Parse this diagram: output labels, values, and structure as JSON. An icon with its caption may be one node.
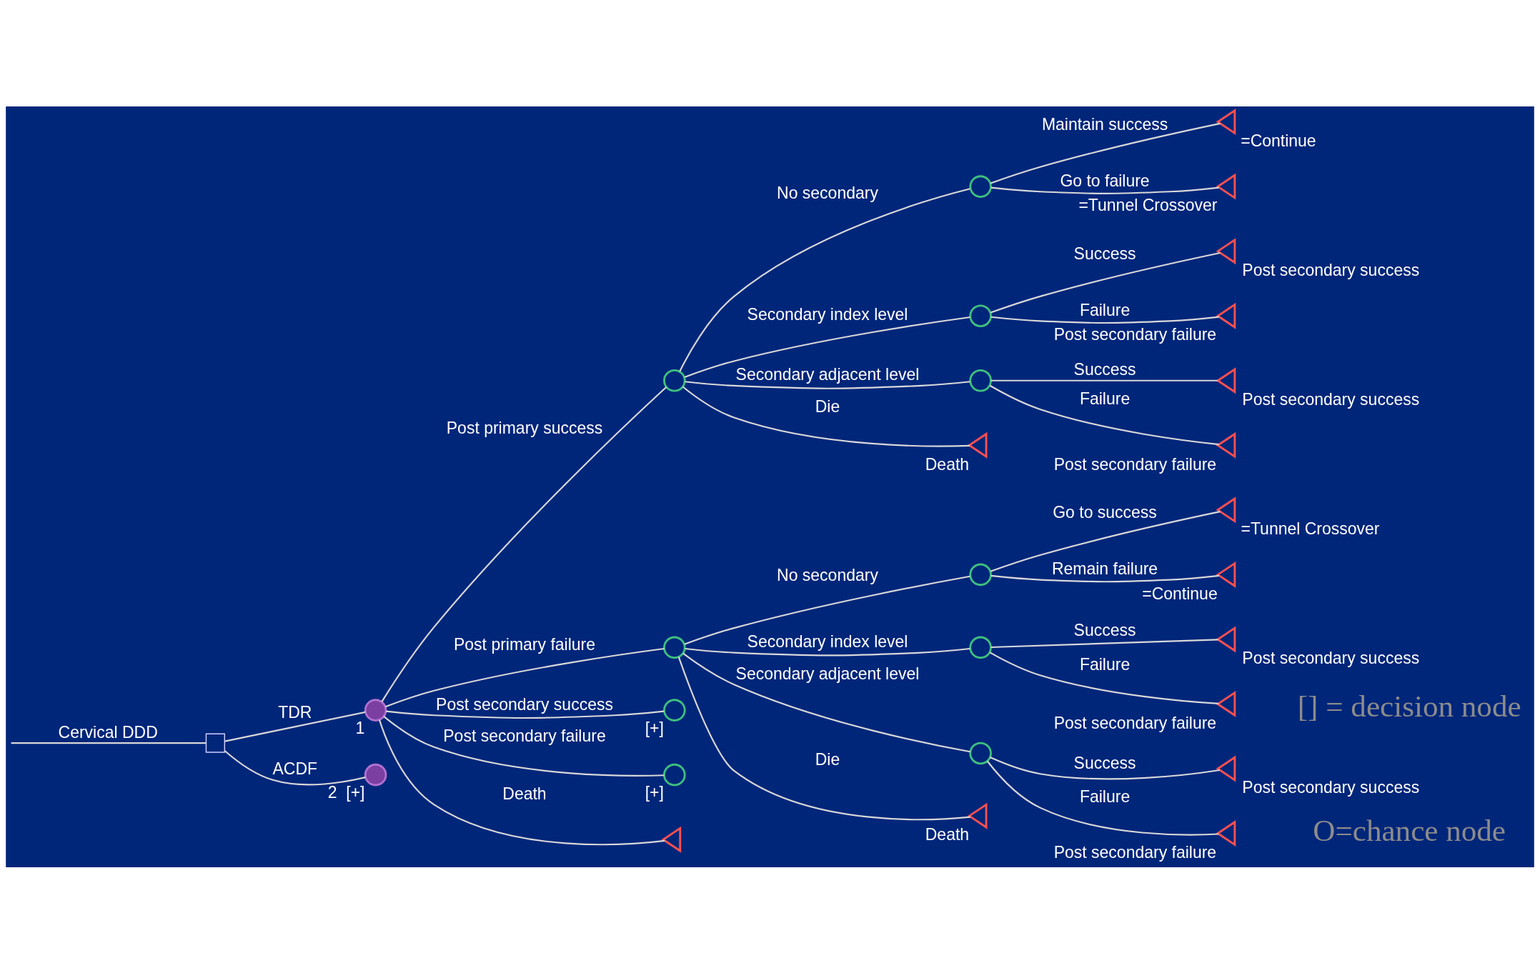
{
  "diagram": {
    "nodes": [
      {
        "text": [],
        "shape": "box"
      },
      {
        "text": [],
        "shape": "circle",
        "beside": [
          "1"
        ]
      },
      {
        "text": [],
        "shape": "circle"
      },
      {
        "text": [],
        "shape": "circle"
      },
      {
        "text": [],
        "shape": "triangle",
        "beside": [
          "=Continue"
        ]
      },
      {
        "text": [],
        "shape": "triangle",
        "beside": [
          "=Tunnel Crossover"
        ]
      },
      {
        "text": [],
        "shape": "circle"
      },
      {
        "text": [],
        "shape": "triangle",
        "beside": [
          "Post secondary success"
        ]
      },
      {
        "text": [],
        "shape": "triangle",
        "beside": [
          "Post secondary failure"
        ]
      },
      {
        "text": [],
        "shape": "circle"
      },
      {
        "text": [],
        "shape": "triangle",
        "beside": [
          "Post secondary success"
        ]
      },
      {
        "text": [],
        "shape": "triangle",
        "beside": [
          "Post secondary failure"
        ]
      },
      {
        "text": [],
        "shape": "triangle",
        "beside": [
          "Death"
        ]
      },
      {
        "text": [],
        "shape": "circle"
      },
      {
        "text": [],
        "shape": "circle"
      },
      {
        "text": [],
        "shape": "triangle",
        "beside": [
          "=Tunnel Crossover"
        ]
      },
      {
        "text": [],
        "shape": "triangle",
        "beside": [
          "=Continue"
        ]
      },
      {
        "text": [],
        "shape": "circle"
      },
      {
        "text": [],
        "shape": "triangle",
        "beside": [
          "Post secondary success"
        ]
      },
      {
        "text": [],
        "shape": "triangle",
        "beside": [
          "Post secondary failure"
        ]
      },
      {
        "text": [],
        "shape": "circle"
      },
      {
        "text": [],
        "shape": "triangle",
        "beside": [
          "Post secondary success"
        ]
      },
      {
        "text": [],
        "shape": "triangle",
        "beside": [
          "Post secondary failure"
        ]
      },
      {
        "text": [],
        "shape": "triangle",
        "beside": [
          "Death"
        ]
      },
      {
        "text": [],
        "shape": "circle",
        "beside": [
          "[+]"
        ]
      },
      {
        "text": [],
        "shape": "circle",
        "beside": [
          "[+]"
        ]
      },
      {
        "text": [],
        "shape": "triangle"
      },
      {
        "text": [],
        "shape": "circle",
        "beside": [
          "2",
          "[+]"
        ]
      }
    ],
    "edges": [
      {
        "from": null,
        "to": 0,
        "arrow": "none",
        "label": "Cervical DDD"
      },
      {
        "from": 0,
        "to": 1,
        "arrow": "none",
        "label": "TDR"
      },
      {
        "from": 1,
        "to": 2,
        "arrow": "none",
        "label": "Post primary success"
      },
      {
        "from": 2,
        "to": 3,
        "arrow": "none",
        "label": "No secondary"
      },
      {
        "from": 3,
        "to": 4,
        "arrow": "none",
        "label": "Maintain success"
      },
      {
        "from": 3,
        "to": 5,
        "arrow": "none",
        "label": "Go to failure"
      },
      {
        "from": 2,
        "to": 6,
        "arrow": "none",
        "label": "Secondary index level"
      },
      {
        "from": 6,
        "to": 7,
        "arrow": "none",
        "label": "Success"
      },
      {
        "from": 6,
        "to": 8,
        "arrow": "none",
        "label": "Failure"
      },
      {
        "from": 2,
        "to": 9,
        "arrow": "none",
        "label": "Secondary adjacent level"
      },
      {
        "from": 9,
        "to": 10,
        "arrow": "none",
        "label": "Success"
      },
      {
        "from": 9,
        "to": 11,
        "arrow": "none",
        "label": "Failure"
      },
      {
        "from": 2,
        "to": 12,
        "arrow": "none",
        "label": "Die"
      },
      {
        "from": 1,
        "to": 13,
        "arrow": "none",
        "label": "Post primary failure"
      },
      {
        "from": 13,
        "to": 14,
        "arrow": "none",
        "label": "No secondary"
      },
      {
        "from": 14,
        "to": 15,
        "arrow": "none",
        "label": "Go to success"
      },
      {
        "from": 14,
        "to": 16,
        "arrow": "none",
        "label": "Remain failure"
      },
      {
        "from": 13,
        "to": 17,
        "arrow": "none",
        "label": "Secondary index level"
      },
      {
        "from": 17,
        "to": 18,
        "arrow": "none",
        "label": "Success"
      },
      {
        "from": 17,
        "to": 19,
        "arrow": "none",
        "label": "Failure"
      },
      {
        "from": 13,
        "to": 20,
        "arrow": "none",
        "label": "Secondary adjacent level"
      },
      {
        "from": 20,
        "to": 21,
        "arrow": "none",
        "label": "Success"
      },
      {
        "from": 20,
        "to": 22,
        "arrow": "none",
        "label": "Failure"
      },
      {
        "from": 13,
        "to": 23,
        "arrow": "none",
        "label": "Die"
      },
      {
        "from": 1,
        "to": 24,
        "arrow": "none",
        "label": "Post secondary success"
      },
      {
        "from": 1,
        "to": 25,
        "arrow": "none",
        "label": "Post secondary failure"
      },
      {
        "from": 1,
        "to": 26,
        "arrow": "none",
        "label": "Death"
      },
      {
        "from": 0,
        "to": 27,
        "arrow": "none",
        "label": "ACDF"
      }
    ],
    "labels": [
      "[] = decision node",
      "O=chance node"
    ]
  }
}
